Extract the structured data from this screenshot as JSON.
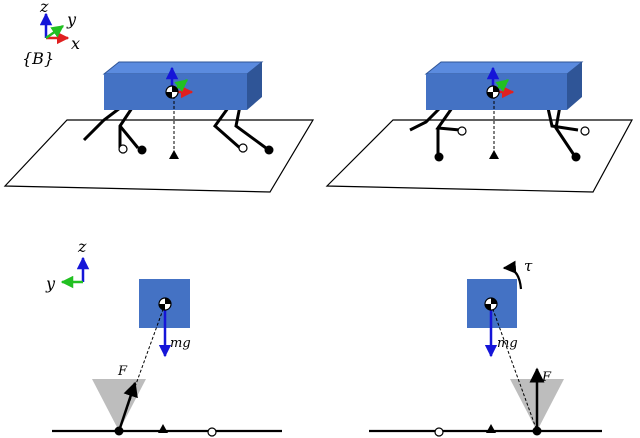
{
  "frame": {
    "x": "x",
    "y": "y",
    "z": "z",
    "name": "{B}"
  },
  "side_frame": {
    "y": "y",
    "z": "z"
  },
  "left_side": {
    "force": "F",
    "weight": "mg"
  },
  "right_side": {
    "force": "F",
    "weight": "mg",
    "torque": "τ"
  },
  "colors": {
    "body": "#4472C4",
    "body_top": "#5B8BDF",
    "body_side": "#2F5597",
    "x_axis": "#E02020",
    "y_axis": "#22C022",
    "z_axis": "#1515D8",
    "weight_arrow": "#1515D8",
    "friction_cone": "#BDBDBD"
  }
}
